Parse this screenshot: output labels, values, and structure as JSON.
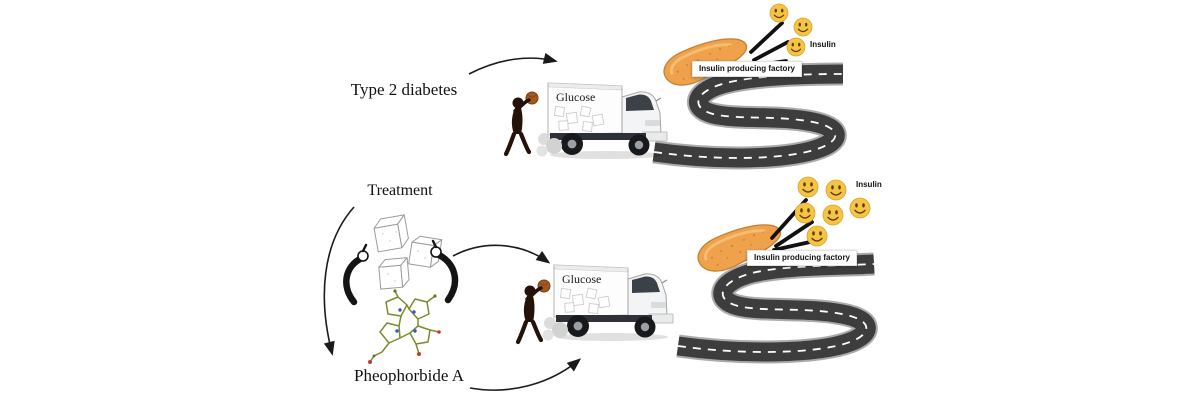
{
  "scenes": {
    "diabetes": {
      "label": "Type 2 diabetes",
      "truck_label": "Glucose",
      "factory_label": "Insulin producing factory",
      "insulin_label": "Insulin",
      "insulin_smileys": 3
    },
    "treatment": {
      "label": "Treatment",
      "compound_label": "Pheophorbide A",
      "truck_label": "Glucose",
      "factory_label": "Insulin producing factory",
      "insulin_label": "Insulin",
      "insulin_smileys": 6
    }
  },
  "colors": {
    "road": "#3d3d3d",
    "road_edge": "#ababab",
    "pancreas": "#efa24b",
    "smiley": "#f6c445",
    "person": "#241107",
    "molecule": "#7b8b2d",
    "arrow": "#1a1a1a"
  }
}
